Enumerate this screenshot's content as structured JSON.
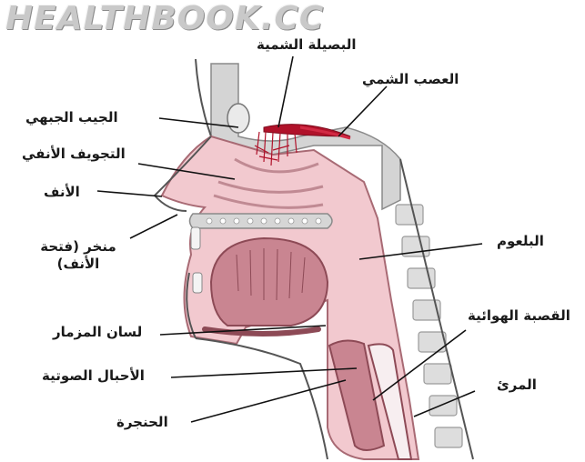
{
  "watermark": "HEALTHBOOK.CC",
  "labels": {
    "olfactory_bulb": "البصيلة الشمية",
    "olfactory_nerve": "العصب الشمي",
    "frontal_sinus": "الجيب الجبهي",
    "nasal_cavity": "التجويف الأنفي",
    "nose": "الأنف",
    "nostril": "منخر (فتحة الأنف)",
    "pharynx": "البلعوم",
    "trachea": "القصبة الهوائية",
    "epiglottis": "لسان المزمار",
    "vocal_cords": "الأحبال الصوتية",
    "esophagus": "المرئ",
    "larynx": "الحنجرة"
  },
  "colors": {
    "tissue_pink": "#f2c9cf",
    "tongue": "#c98591",
    "bone_gray": "#d4d4d4",
    "bulb_red": "#b0122a",
    "nerve_red": "#d22a44",
    "vertebra": "#dddddd"
  }
}
